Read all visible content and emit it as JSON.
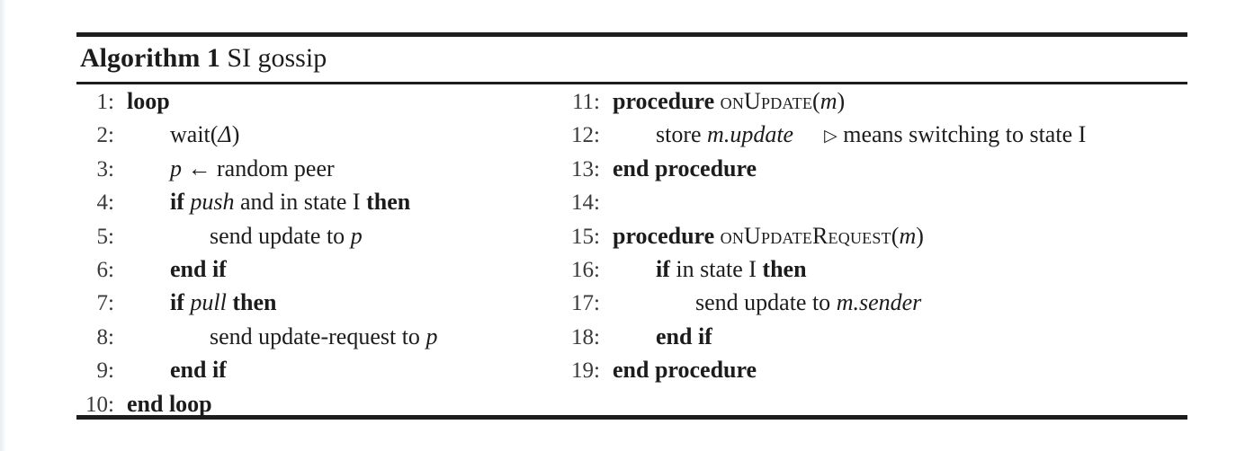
{
  "document": {
    "kind": "algorithm-float",
    "title_keyword": "Algorithm 1",
    "title_name": "SI gossip",
    "rule_color": "#1d1d1d",
    "text_color": "#1c1c1c"
  },
  "algorithm": {
    "left_column": [
      {
        "no": "1",
        "indent": 0,
        "parts": [
          {
            "t": "loop",
            "s": "b"
          }
        ]
      },
      {
        "no": "2",
        "indent": 1,
        "parts": [
          {
            "t": "wait(",
            "s": "r"
          },
          {
            "t": "Δ",
            "s": "i"
          },
          {
            "t": ")",
            "s": "r"
          }
        ]
      },
      {
        "no": "3",
        "indent": 1,
        "parts": [
          {
            "t": "p",
            "s": "i"
          },
          {
            "t": " ← random peer",
            "s": "r"
          }
        ]
      },
      {
        "no": "4",
        "indent": 1,
        "parts": [
          {
            "t": "if",
            "s": "b"
          },
          {
            "t": " ",
            "s": "r"
          },
          {
            "t": "push",
            "s": "i"
          },
          {
            "t": " and in state I ",
            "s": "r"
          },
          {
            "t": "then",
            "s": "b"
          }
        ]
      },
      {
        "no": "5",
        "indent": 2,
        "parts": [
          {
            "t": "send update to ",
            "s": "r"
          },
          {
            "t": "p",
            "s": "i"
          }
        ]
      },
      {
        "no": "6",
        "indent": 1,
        "parts": [
          {
            "t": "end if",
            "s": "b"
          }
        ]
      },
      {
        "no": "7",
        "indent": 1,
        "parts": [
          {
            "t": "if",
            "s": "b"
          },
          {
            "t": " ",
            "s": "r"
          },
          {
            "t": "pull",
            "s": "i"
          },
          {
            "t": " ",
            "s": "r"
          },
          {
            "t": "then",
            "s": "b"
          }
        ]
      },
      {
        "no": "8",
        "indent": 2,
        "parts": [
          {
            "t": "send update-request to ",
            "s": "r"
          },
          {
            "t": "p",
            "s": "i"
          }
        ]
      },
      {
        "no": "9",
        "indent": 1,
        "parts": [
          {
            "t": "end if",
            "s": "b"
          }
        ]
      },
      {
        "no": "10",
        "indent": 0,
        "parts": [
          {
            "t": "end loop",
            "s": "b"
          }
        ]
      }
    ],
    "right_column": [
      {
        "no": "11",
        "indent": 0,
        "parts": [
          {
            "t": "procedure",
            "s": "b"
          },
          {
            "t": " ",
            "s": "r"
          },
          {
            "t": "onUpdate",
            "s": "sc"
          },
          {
            "t": "(",
            "s": "r"
          },
          {
            "t": "m",
            "s": "i"
          },
          {
            "t": ")",
            "s": "r"
          }
        ]
      },
      {
        "no": "12",
        "indent": 1,
        "parts": [
          {
            "t": "store ",
            "s": "r"
          },
          {
            "t": "m.update",
            "s": "i"
          }
        ],
        "comment": "▷ means switching to state I"
      },
      {
        "no": "13",
        "indent": 0,
        "parts": [
          {
            "t": "end procedure",
            "s": "b"
          }
        ]
      },
      {
        "no": "14",
        "indent": 0,
        "parts": [
          {
            "t": "",
            "s": "r"
          }
        ]
      },
      {
        "no": "15",
        "indent": 0,
        "parts": [
          {
            "t": "procedure",
            "s": "b"
          },
          {
            "t": " ",
            "s": "r"
          },
          {
            "t": "onUpdateRequest",
            "s": "sc"
          },
          {
            "t": "(",
            "s": "r"
          },
          {
            "t": "m",
            "s": "i"
          },
          {
            "t": ")",
            "s": "r"
          }
        ]
      },
      {
        "no": "16",
        "indent": 1,
        "parts": [
          {
            "t": "if",
            "s": "b"
          },
          {
            "t": " in state I ",
            "s": "r"
          },
          {
            "t": "then",
            "s": "b"
          }
        ]
      },
      {
        "no": "17",
        "indent": 2,
        "parts": [
          {
            "t": "send update to ",
            "s": "r"
          },
          {
            "t": "m.sender",
            "s": "i"
          }
        ]
      },
      {
        "no": "18",
        "indent": 1,
        "parts": [
          {
            "t": "end if",
            "s": "b"
          }
        ]
      },
      {
        "no": "19",
        "indent": 0,
        "parts": [
          {
            "t": "end procedure",
            "s": "b"
          }
        ]
      }
    ]
  }
}
